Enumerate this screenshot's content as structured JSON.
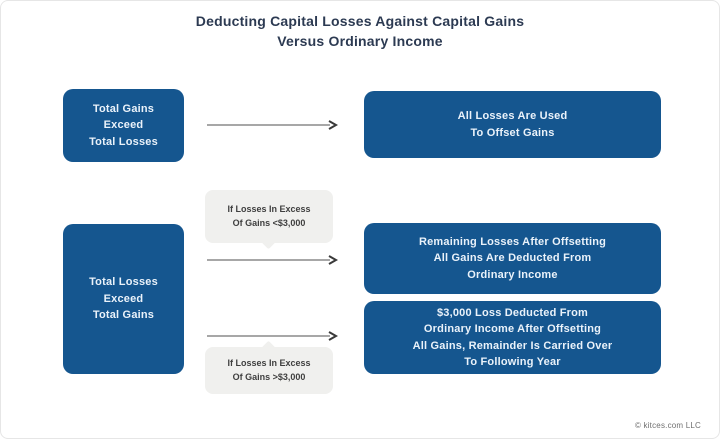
{
  "title": "Deducting Capital Losses Against Capital Gains\nVersus Ordinary Income",
  "colors": {
    "box_blue": "#15568F",
    "box_text": "#EAF2FA",
    "title_navy": "#2C3A52",
    "condition_bg": "#F0F0EE",
    "condition_text": "#3F3F3F",
    "arrow_line": "#8A8A8A",
    "arrow_head": "#3A3A3A",
    "copyright_gray": "#707070",
    "canvas_border": "#E6E6E6"
  },
  "scenario_gains_exceed": {
    "source_label": "Total Gains\nExceed\nTotal Losses",
    "outcome_label": "All Losses Are Used\nTo Offset Gains"
  },
  "scenario_losses_exceed": {
    "source_label": "Total Losses\nExceed\nTotal Gains",
    "condition_under_label": "If Losses In Excess\nOf Gains <$3,000",
    "outcome_under_label": "Remaining Losses After Offsetting\nAll Gains Are Deducted From\nOrdinary Income",
    "condition_over_label": "If Losses In Excess\nOf Gains >$3,000",
    "outcome_over_label": "$3,000 Loss Deducted From\nOrdinary Income After Offsetting\nAll Gains, Remainder Is Carried Over\nTo Following Year"
  },
  "footer": {
    "copyright": "© kitces.com LLC"
  }
}
